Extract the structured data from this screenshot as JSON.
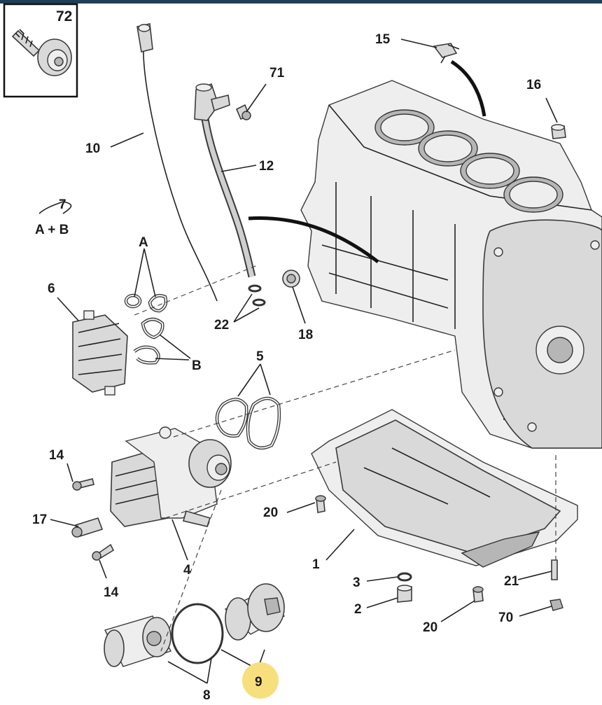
{
  "diagram": {
    "callouts": [
      "72",
      "10",
      "12",
      "71",
      "15",
      "16",
      "7",
      "A + B",
      "A",
      "6",
      "B",
      "22",
      "18",
      "5",
      "14",
      "17",
      "4",
      "1",
      "20",
      "3",
      "2",
      "21",
      "70",
      "8",
      "9"
    ],
    "highlight_color": "#f7df7d",
    "highlighted_callout": "9"
  }
}
